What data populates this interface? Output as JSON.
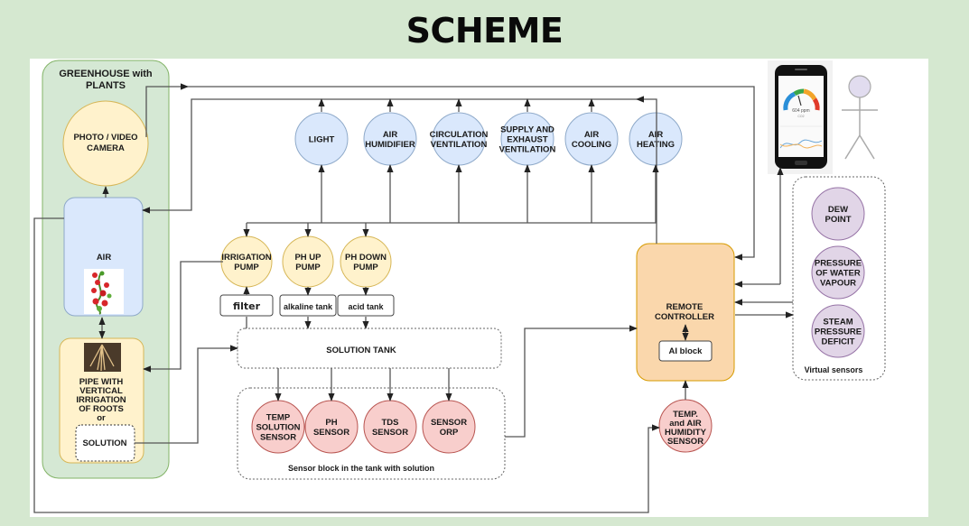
{
  "title": "SCHEME",
  "greenhouse": {
    "label_line1": "GREENHOUSE with",
    "label_line2": "PLANTS",
    "camera": [
      "PHOTO / VIDEO",
      "CAMERA"
    ],
    "air": "AIR",
    "pipe": [
      "PIPE WITH",
      "VERTICAL",
      "IRRIGATION",
      "OF ROOTS",
      "or"
    ],
    "solution": "SOLUTION"
  },
  "actuators": [
    {
      "lines": [
        "LIGHT"
      ]
    },
    {
      "lines": [
        "AIR",
        "HUMIDIFIER"
      ]
    },
    {
      "lines": [
        "CIRCULATION",
        "VENTILATION"
      ]
    },
    {
      "lines": [
        "SUPPLY AND",
        "EXHAUST",
        "VENTILATION"
      ]
    },
    {
      "lines": [
        "AIR",
        "COOLING"
      ]
    },
    {
      "lines": [
        "AIR",
        "HEATING"
      ]
    }
  ],
  "pumps": [
    {
      "lines": [
        "IRRIGATION",
        "PUMP"
      ],
      "box": "filter"
    },
    {
      "lines": [
        "PH UP",
        "PUMP"
      ],
      "box": "alkaline tank"
    },
    {
      "lines": [
        "PH DOWN",
        "PUMP"
      ],
      "box": "acid tank"
    }
  ],
  "solution_tank": "SOLUTION TANK",
  "sensors": [
    {
      "lines": [
        "TEMP",
        "SOLUTION",
        "SENSOR"
      ]
    },
    {
      "lines": [
        "PH",
        "SENSOR"
      ]
    },
    {
      "lines": [
        "TDS",
        "SENSOR"
      ]
    },
    {
      "lines": [
        "SENSOR",
        "ORP"
      ]
    }
  ],
  "sensor_block_label": "Sensor block in the tank with solution",
  "controller": {
    "lines": [
      "REMOTE",
      "CONTROLLER"
    ],
    "ai_block": "AI block"
  },
  "air_sensor": [
    "TEMP.",
    "and AIR",
    "HUMIDITY",
    "SENSOR"
  ],
  "virtual_sensors": {
    "items": [
      {
        "lines": [
          "DEW",
          "POINT"
        ]
      },
      {
        "lines": [
          "PRESSURE",
          "OF WATER",
          "VAPOUR"
        ]
      },
      {
        "lines": [
          "STEAM",
          "PRESSURE",
          "DEFICIT"
        ]
      }
    ],
    "label": "Virtual sensors"
  },
  "phone": {
    "gauge_value": "604 ppm",
    "gauge_sub": "CO2"
  },
  "colors": {
    "blue_fill": "#dae8fc",
    "blue_stroke": "#8ea9c9",
    "yellow_fill": "#fff2cc",
    "yellow_stroke": "#d6b656",
    "pink_fill": "#f8cecc",
    "pink_stroke": "#b85450",
    "orange_fill": "#fad7ac",
    "orange_stroke": "#d79b00",
    "purple_fill": "#e1d5e7",
    "purple_stroke": "#9673a6",
    "green_fill": "#d5e8d4",
    "green_stroke": "#82b366"
  }
}
